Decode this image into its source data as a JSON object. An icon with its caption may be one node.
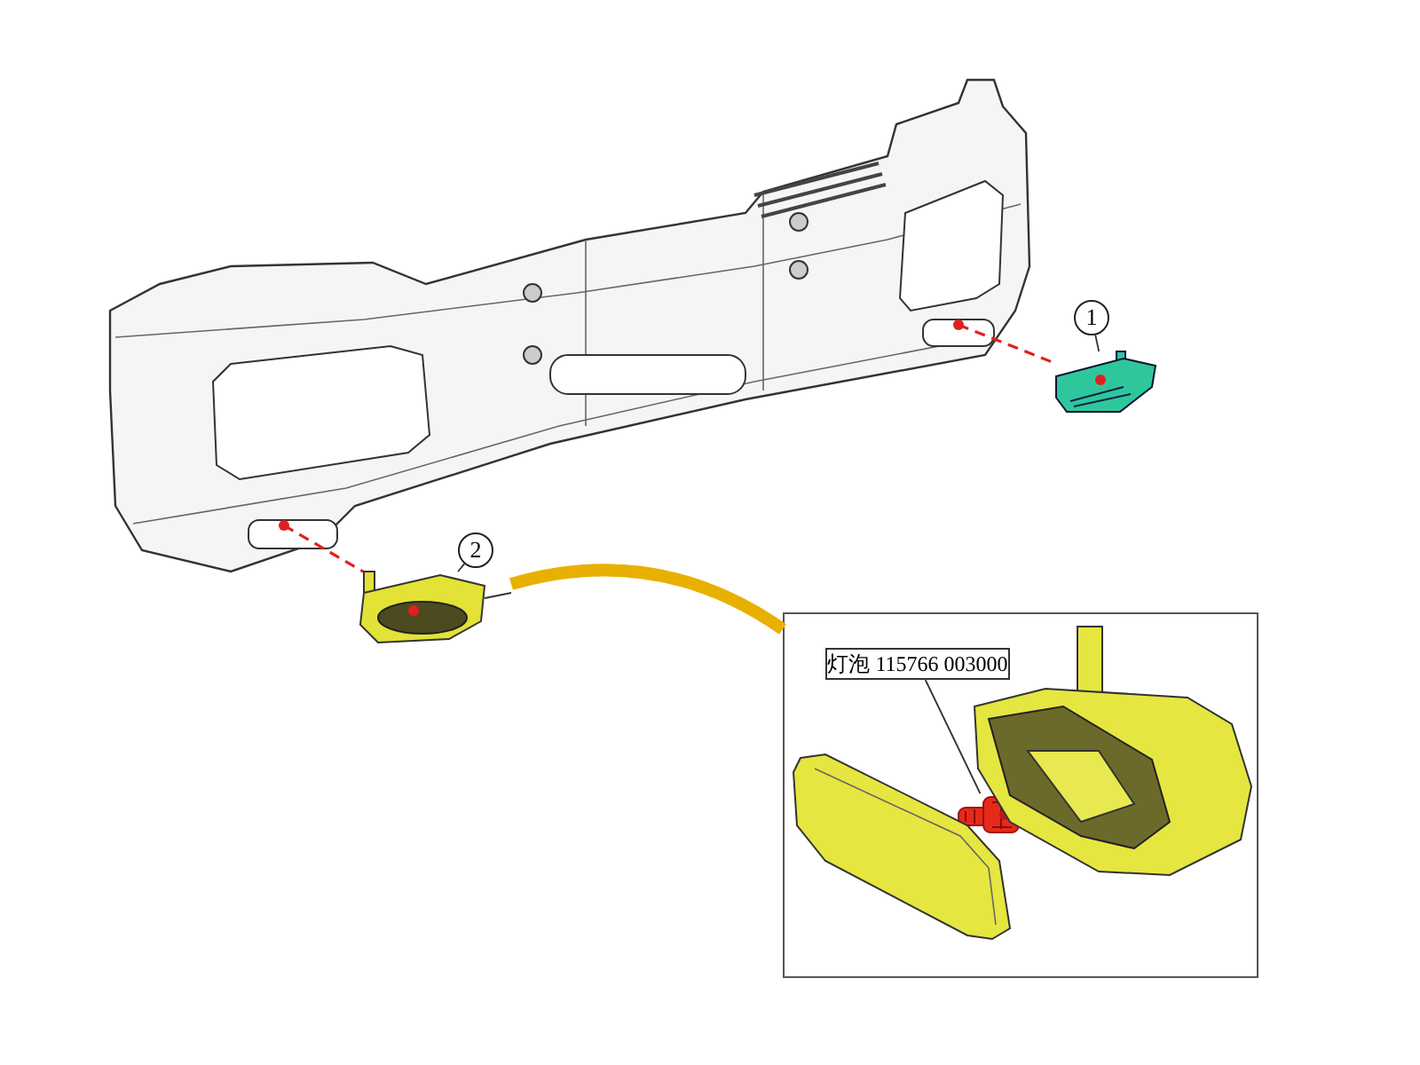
{
  "diagram": {
    "nodes": [
      {
        "text": [],
        "shape": "picture"
      },
      {
        "text": [
          "1"
        ]
      },
      {
        "text": [],
        "shape": "picture"
      },
      {
        "text": [
          "2"
        ]
      },
      {
        "text": [],
        "shape": "picture"
      },
      {
        "text": [],
        "shape": "box"
      },
      {
        "text": [
          "灯泡 115766 003000"
        ],
        "in": 5
      },
      {
        "text": [],
        "shape": "picture",
        "in": 5
      },
      {
        "text": [],
        "shape": "picture",
        "in": 5
      },
      {
        "text": [],
        "shape": "picture",
        "in": 5
      }
    ],
    "edges": [
      {
        "from": 1,
        "to": 2,
        "arrow": "none"
      },
      {
        "from": 3,
        "to": 4,
        "arrow": "none"
      },
      {
        "from": 0,
        "to": 2,
        "arrow": "none",
        "style": "dashed",
        "color": "#e02020"
      },
      {
        "from": 0,
        "to": 4,
        "arrow": "none",
        "style": "dashed",
        "color": "#e02020"
      },
      {
        "from": 4,
        "to": 5,
        "arrow": "none",
        "style": "thick",
        "color": "#e8b000"
      },
      {
        "from": 6,
        "to": 7,
        "arrow": "none"
      }
    ]
  }
}
